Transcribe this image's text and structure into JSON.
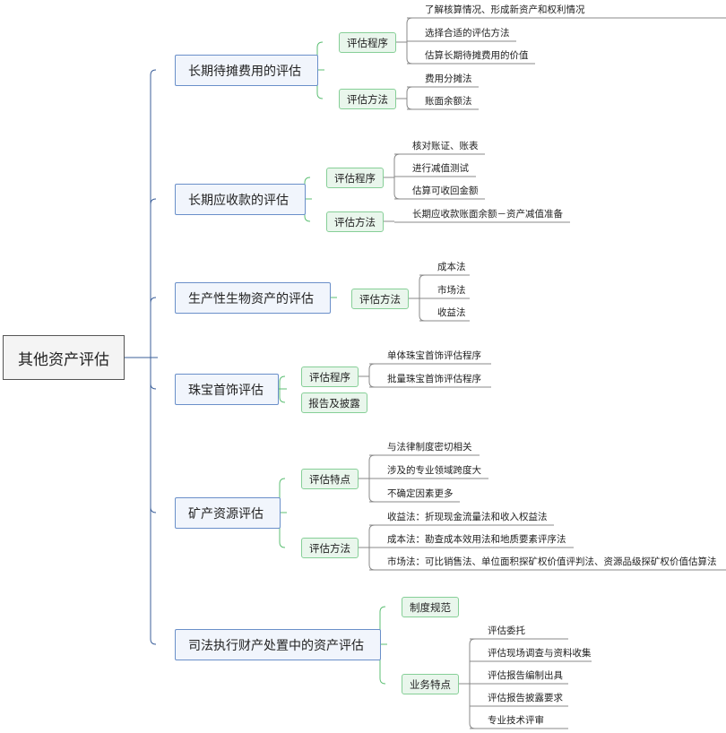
{
  "root": "其他资产评估",
  "branches": [
    {
      "label": "长期待摊费用的评估",
      "children": [
        {
          "label": "评估程序",
          "leaves": [
            "了解核算情况、形成新资产和权利情况",
            "选择合适的评估方法",
            "估算长期待摊费用的价值"
          ]
        },
        {
          "label": "评估方法",
          "leaves": [
            "费用分摊法",
            "账面余额法"
          ]
        }
      ]
    },
    {
      "label": "长期应收款的评估",
      "children": [
        {
          "label": "评估程序",
          "leaves": [
            "核对账证、账表",
            "进行减值测试",
            "估算可收回金额"
          ]
        },
        {
          "label": "评估方法",
          "leaves": [
            "长期应收款账面余额－资产减值准备"
          ]
        }
      ]
    },
    {
      "label": "生产性生物资产的评估",
      "children": [
        {
          "label": "评估方法",
          "leaves": [
            "成本法",
            "市场法",
            "收益法"
          ]
        }
      ]
    },
    {
      "label": "珠宝首饰评估",
      "children": [
        {
          "label": "评估程序",
          "leaves": [
            "单体珠宝首饰评估程序",
            "批量珠宝首饰评估程序"
          ]
        },
        {
          "label": "报告及披露",
          "leaves": []
        }
      ]
    },
    {
      "label": "矿产资源评估",
      "children": [
        {
          "label": "评估特点",
          "leaves": [
            "与法律制度密切相关",
            "涉及的专业领域跨度大",
            "不确定因素更多"
          ]
        },
        {
          "label": "评估方法",
          "leaves": [
            "收益法：折现现金流量法和收入权益法",
            "成本法：勘查成本效用法和地质要素评序法",
            "市场法：可比销售法、单位面积探矿权价值评判法、资源品级探矿权价值估算法"
          ]
        }
      ]
    },
    {
      "label": "司法执行财产处置中的资产评估",
      "children": [
        {
          "label": "制度规范",
          "leaves": []
        },
        {
          "label": "业务特点",
          "leaves": [
            "评估委托",
            "评估现场调查与资料收集",
            "评估报告编制出具",
            "评估报告披露要求",
            "专业技术评审"
          ]
        }
      ]
    }
  ]
}
